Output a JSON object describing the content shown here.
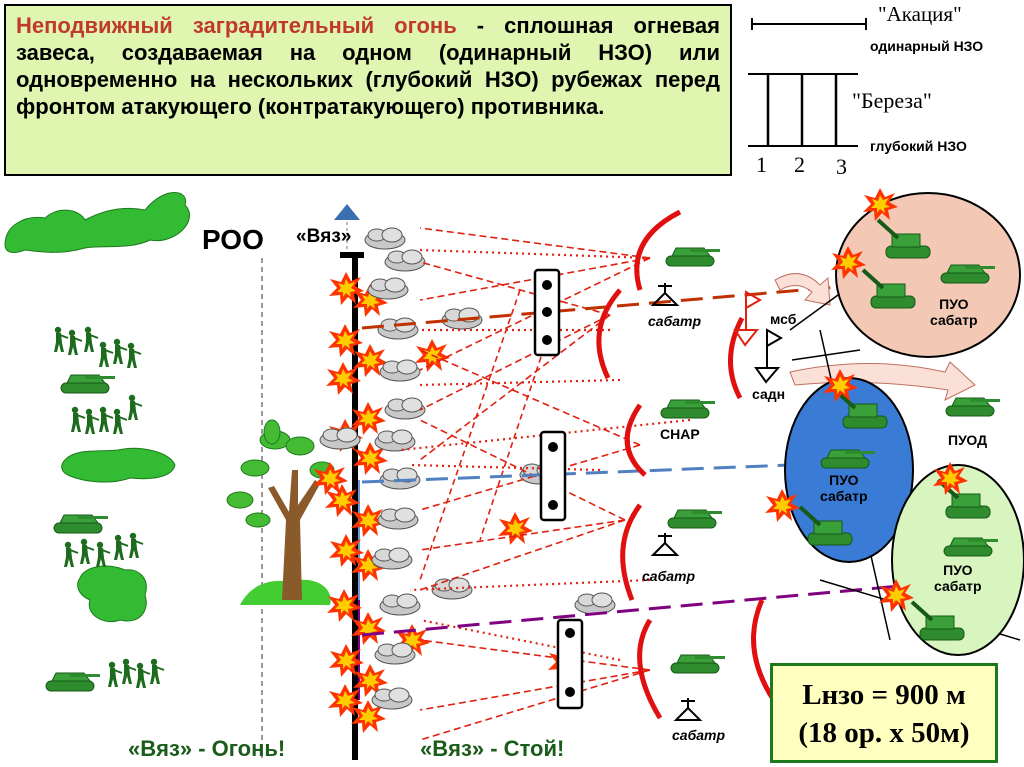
{
  "definition": {
    "heading": "Неподвижный заградительный огонь",
    "dash": " - ",
    "body": "сплошная огневая завеса, создаваемая на одном (одинарный НЗО) или одновременно на нескольких (глубокий НЗО) рубежах перед фронтом атакующего (контратакующего) противника."
  },
  "legend": {
    "single_code": "\"Акация\"",
    "single_label": "одинарный НЗО",
    "deep_code": "\"Береза\"",
    "deep_label": "глубокий НЗО",
    "lines": [
      "1",
      "2",
      "3"
    ]
  },
  "labels": {
    "roo": "РОО",
    "vyaz": "«Вяз»",
    "cmd_fire": "«Вяз» - Огонь!",
    "cmd_stop": "«Вяз» - Стой!",
    "sabatr_1": "сабатр",
    "sabatr_2": "сабатр",
    "sabatr_3": "сабатр",
    "msb": "мсб",
    "sadn": "садн",
    "snar": "СНАР",
    "puo_1": "ПУО\nсабатр",
    "puo_2": "ПУО\nсабатр",
    "puo_3": "ПУО\nсабатр",
    "puod": "ПУОД"
  },
  "formula": {
    "line1": "Lнзо = 900 м",
    "line2": "(18 ор. х 50м)"
  },
  "colors": {
    "box_bg": "#dff5b0",
    "heading": "#c0392b",
    "fire_lines": "#e02010",
    "arcs": "#e01010",
    "dash_brown": "#c03000",
    "dash_blue": "#5080c0",
    "dash_purple": "#800080",
    "vegetation": "#33bb33",
    "vehicles": "#2e8b2e",
    "ellipse_pink": "#f3c9b6",
    "ellipse_blue": "#3a7bd5",
    "ellipse_green": "#d8f5c0",
    "formula_bg": "#ffffc0"
  },
  "icons": [
    "explosion-icon",
    "smoke-cloud-icon",
    "tank-icon",
    "soldier-icon",
    "sp-howitzer-icon",
    "tree-icon",
    "command-post-icon"
  ]
}
